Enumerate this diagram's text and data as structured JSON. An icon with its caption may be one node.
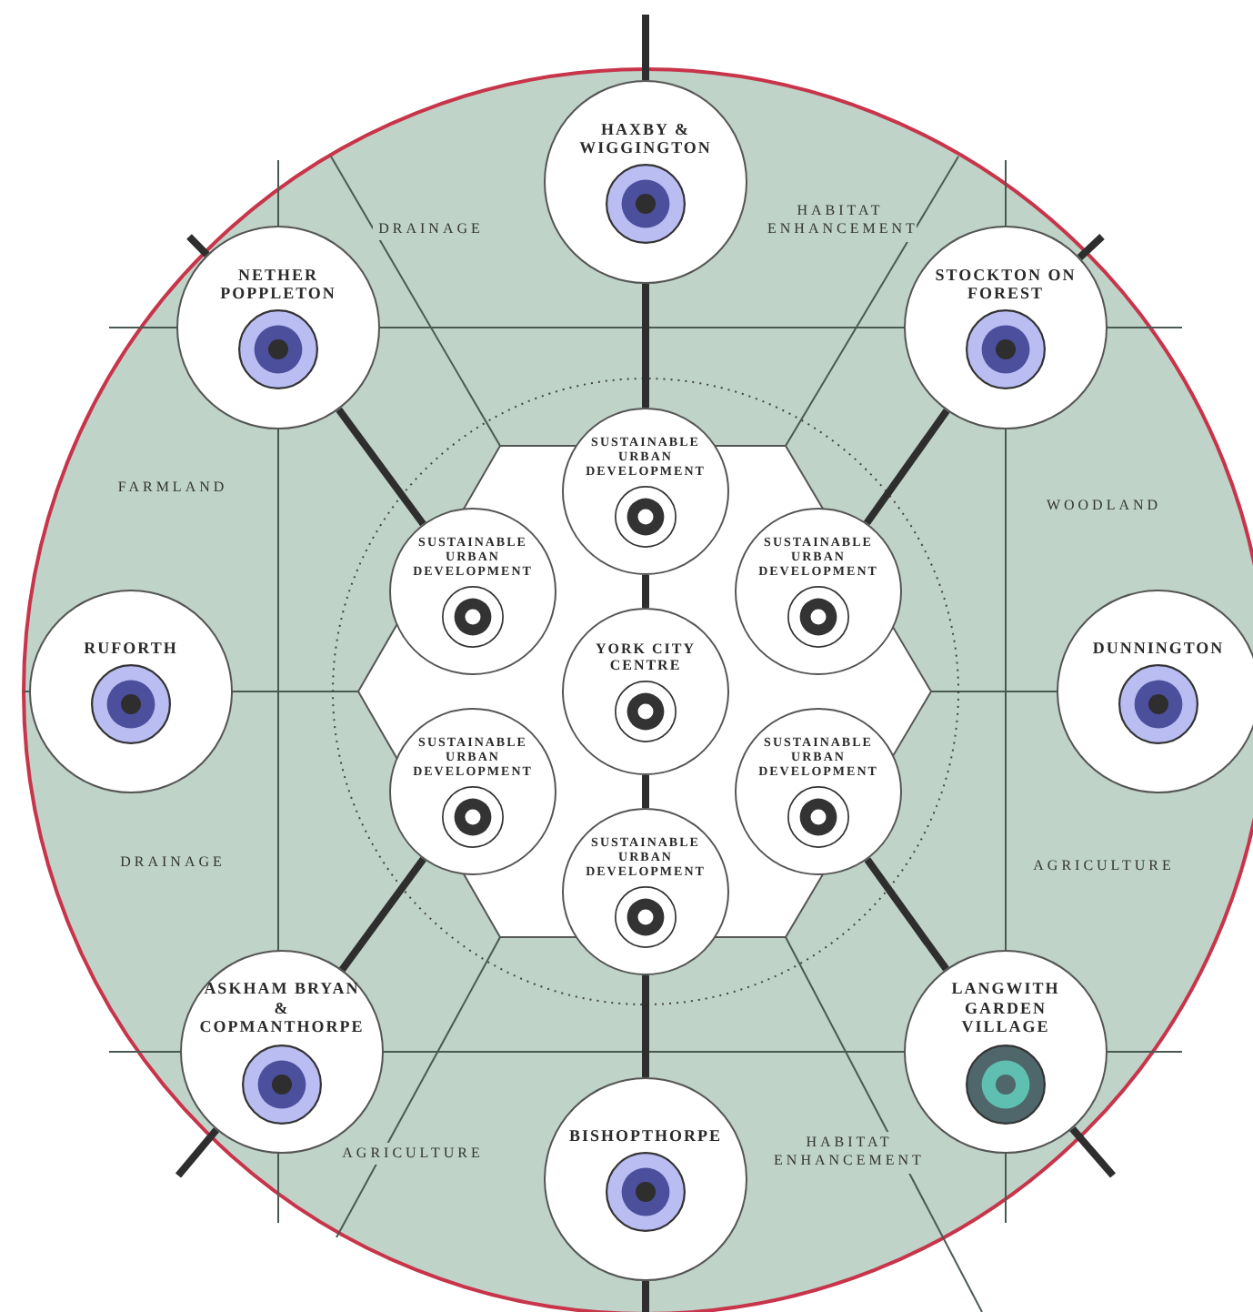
{
  "diagram": {
    "nodes": [
      {
        "text": [
          "HAXBY & WIGGINGTON"
        ]
      },
      {
        "text": [
          "NETHER POPPLETON"
        ]
      },
      {
        "text": [
          "STOCKTON ON FOREST"
        ]
      },
      {
        "text": [
          "SUSTAINABLE URBAN DEVELOPMENT"
        ]
      },
      {
        "text": [
          "SUSTAINABLE URBAN DEVELOPMENT"
        ]
      },
      {
        "text": [
          "SUSTAINABLE URBAN DEVELOPMENT"
        ]
      },
      {
        "text": [
          "RUFORTH"
        ]
      },
      {
        "text": [
          "YORK CITY CENTRE"
        ]
      },
      {
        "text": [
          "DUNNINGTON"
        ]
      },
      {
        "text": [
          "SUSTAINABLE URBAN DEVELOPMENT"
        ]
      },
      {
        "text": [
          "SUSTAINABLE URBAN DEVELOPMENT"
        ]
      },
      {
        "text": [
          "SUSTAINABLE URBAN DEVELOPMENT"
        ]
      },
      {
        "text": [
          "ASKHAM BRYAN & COPMANTHORPE"
        ]
      },
      {
        "text": [
          "LANGWITH GARDEN VILLAGE"
        ]
      },
      {
        "text": [
          "BISHOPTHORPE"
        ]
      }
    ],
    "edges": [
      {
        "from": 0,
        "to": null,
        "arrow": "none"
      },
      {
        "from": 0,
        "to": 3,
        "arrow": "none"
      },
      {
        "from": 1,
        "to": null,
        "arrow": "none"
      },
      {
        "from": 1,
        "to": 4,
        "arrow": "none"
      },
      {
        "from": 2,
        "to": null,
        "arrow": "none"
      },
      {
        "from": 2,
        "to": 5,
        "arrow": "none"
      },
      {
        "from": 3,
        "to": 7,
        "arrow": "none"
      },
      {
        "from": 7,
        "to": 11,
        "arrow": "none"
      },
      {
        "from": 9,
        "to": 12,
        "arrow": "none"
      },
      {
        "from": 12,
        "to": null,
        "arrow": "none"
      },
      {
        "from": 10,
        "to": 13,
        "arrow": "none"
      },
      {
        "from": 13,
        "to": null,
        "arrow": "none"
      },
      {
        "from": 11,
        "to": 14,
        "arrow": "none"
      },
      {
        "from": 14,
        "to": null,
        "arrow": "none"
      }
    ],
    "labels": [
      "DRAINAGE",
      "HABITAT ENHANCEMENT",
      "FARMLAND",
      "WOODLAND",
      "DRAINAGE",
      "AGRICULTURE",
      "AGRICULTURE",
      "HABITAT ENHANCEMENT"
    ]
  }
}
